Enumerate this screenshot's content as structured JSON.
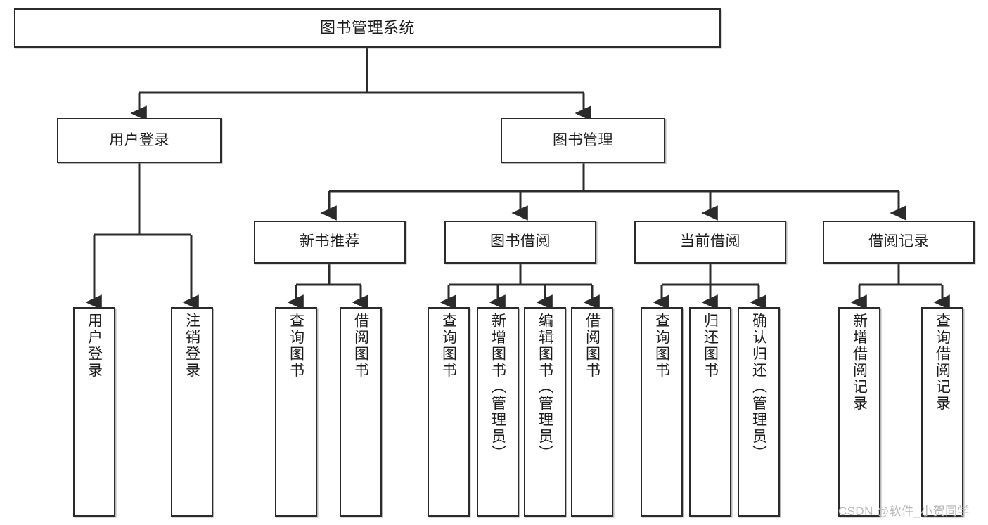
{
  "diagram": {
    "title": "图书管理系统",
    "type": "tree-hierarchy",
    "watermark": "CSDN @软件_小贺同学",
    "colors": {
      "node_border": "#2b2b2b",
      "node_fill": "#ffffff",
      "edge": "#2b2b2b",
      "text": "#1b1b1b",
      "watermark": "#b9b9b9"
    },
    "root": {
      "label": "图书管理系统"
    },
    "level2": [
      {
        "label": "用户登录"
      },
      {
        "label": "图书管理"
      }
    ],
    "level3": [
      {
        "label": "新书推荐"
      },
      {
        "label": "图书借阅"
      },
      {
        "label": "当前借阅"
      },
      {
        "label": "借阅记录"
      }
    ],
    "leaves": {
      "user_login": [
        {
          "label": "用户登录"
        },
        {
          "label": "注销登录"
        }
      ],
      "new_book_recommend": [
        {
          "label": "查询图书"
        },
        {
          "label": "借阅图书"
        }
      ],
      "book_borrow": [
        {
          "label": "查询图书"
        },
        {
          "label": "新增图书（管理员）"
        },
        {
          "label": "编辑图书（管理员）"
        },
        {
          "label": "借阅图书"
        }
      ],
      "current_borrow": [
        {
          "label": "查询图书"
        },
        {
          "label": "归还图书"
        },
        {
          "label": "确认归还（管理员）"
        }
      ],
      "borrow_record": [
        {
          "label": "新增借阅记录"
        },
        {
          "label": "查询借阅记录"
        }
      ]
    }
  }
}
